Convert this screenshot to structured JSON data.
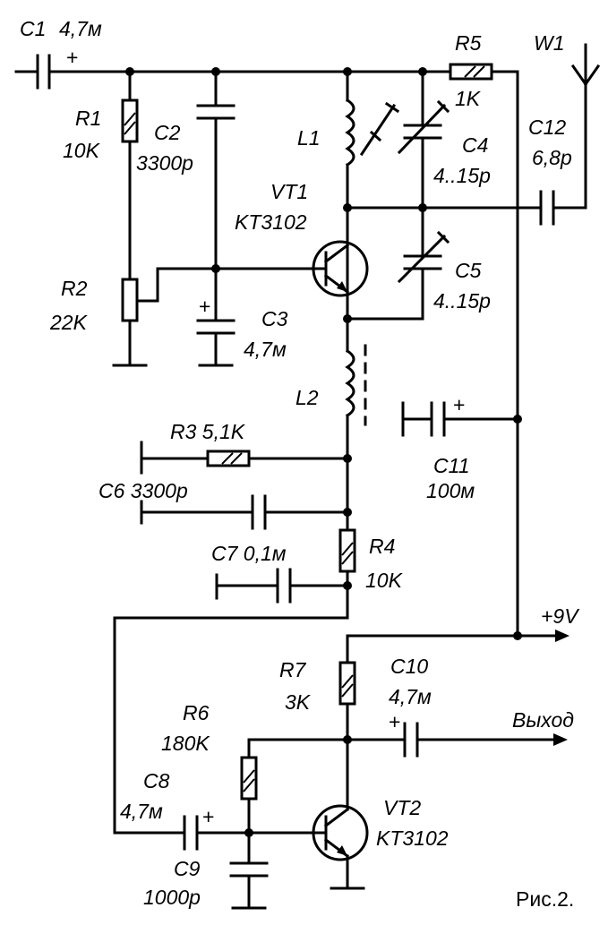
{
  "labels": {
    "c1_name": "C1",
    "c1_val": "4,7м",
    "r1_name": "R1",
    "r1_val": "10K",
    "c2_name": "C2",
    "c2_val": "3300р",
    "r2_name": "R2",
    "r2_val": "22K",
    "c3_name": "C3",
    "c3_val": "4,7м",
    "l1_name": "L1",
    "vt1_name": "VT1",
    "vt1_val": "KT3102",
    "c4_name": "C4",
    "c4_val": "4..15р",
    "c5_name": "C5",
    "c5_val": "4..15р",
    "r5_name": "R5",
    "r5_val": "1K",
    "w1_name": "W1",
    "c12_name": "C12",
    "c12_val": "6,8р",
    "l2_name": "L2",
    "c11_name": "C11",
    "c11_val": "100м",
    "r3_label": "R3 5,1K",
    "c6_label": "C6 3300р",
    "c7_label": "C7 0,1м",
    "r4_name": "R4",
    "r4_val": "10K",
    "supply": "+9V",
    "r7_name": "R7",
    "r7_val": "3K",
    "c10_name": "C10",
    "c10_val": "4,7м",
    "r6_name": "R6",
    "r6_val": "180K",
    "output": "Выход",
    "c8_name": "C8",
    "c8_val": "4,7м",
    "c9_name": "C9",
    "c9_val": "1000р",
    "vt2_name": "VT2",
    "vt2_val": "KT3102",
    "plus": "+",
    "figure": "Рис.2."
  }
}
